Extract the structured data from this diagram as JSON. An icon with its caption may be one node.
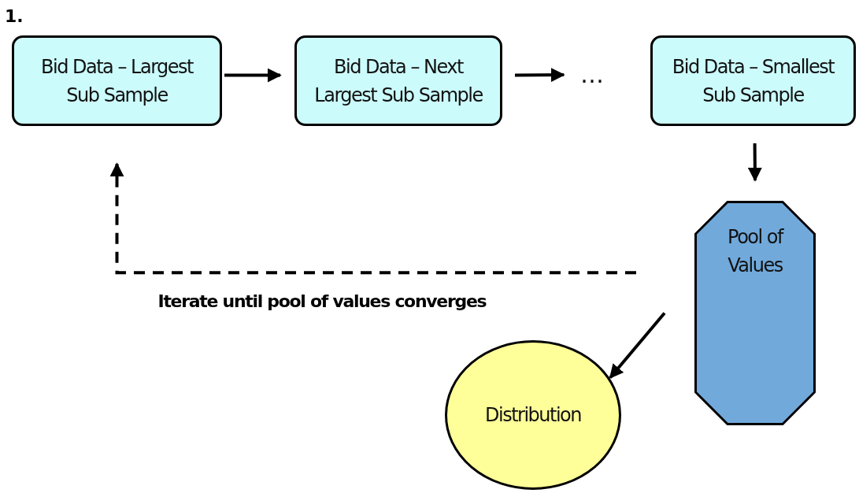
{
  "diagram": {
    "nodes": [
      {
        "text": [
          "Bid Data – Largest Sub Sample"
        ]
      },
      {
        "text": [
          "Bid Data – Next Largest Sub Sample"
        ]
      },
      {
        "text": [
          "…"
        ]
      },
      {
        "text": [
          "Bid Data – Smallest Sub Sample"
        ]
      },
      {
        "text": [
          "Pool of Values"
        ]
      },
      {
        "text": [
          "Distribution"
        ]
      }
    ],
    "edges": [
      {
        "from": 0,
        "to": 1,
        "arrow": "to"
      },
      {
        "from": 1,
        "to": 2,
        "arrow": "to"
      },
      {
        "from": 3,
        "to": 4,
        "arrow": "to"
      },
      {
        "from": 4,
        "to": 5,
        "arrow": "to"
      },
      {
        "from": 4,
        "to": 0,
        "arrow": "to",
        "style": "dashed",
        "label": "Iterate until pool of values converges"
      }
    ],
    "labels": [
      "1."
    ]
  }
}
